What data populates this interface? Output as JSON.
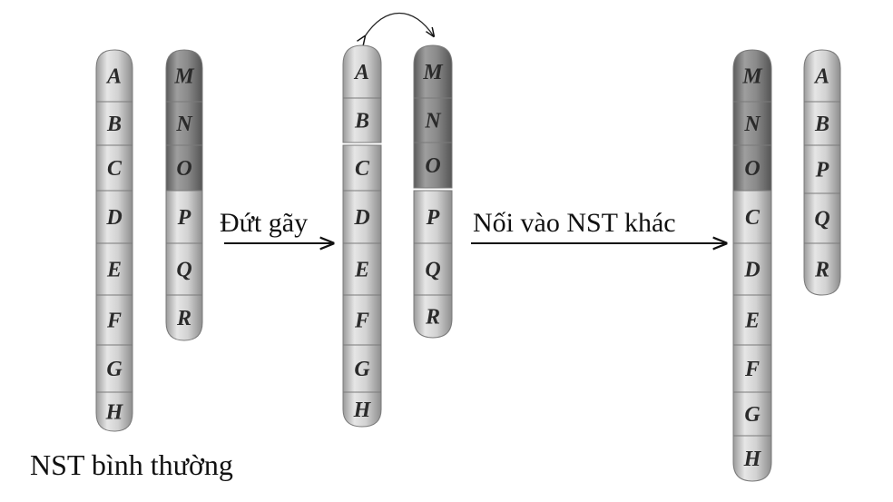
{
  "labels": {
    "normal": "NST bình thường",
    "step1": "Đứt gãy",
    "step2": "Nối vào NST khác"
  },
  "colors": {
    "light": "#c9c9c9",
    "dark": "#8c8c8c",
    "arrow": "#111111"
  },
  "chromosomes": [
    {
      "id": "c1-normal",
      "segments": [
        {
          "letter": "A",
          "shade": "light"
        },
        {
          "letter": "B",
          "shade": "light"
        },
        {
          "letter": "C",
          "shade": "light"
        },
        {
          "letter": "D",
          "shade": "light"
        },
        {
          "letter": "E",
          "shade": "light"
        },
        {
          "letter": "F",
          "shade": "light"
        },
        {
          "letter": "G",
          "shade": "light"
        },
        {
          "letter": "H",
          "shade": "light"
        }
      ]
    },
    {
      "id": "c2-normal",
      "segments": [
        {
          "letter": "M",
          "shade": "dark"
        },
        {
          "letter": "N",
          "shade": "dark"
        },
        {
          "letter": "O",
          "shade": "dark"
        },
        {
          "letter": "P",
          "shade": "light"
        },
        {
          "letter": "Q",
          "shade": "light"
        },
        {
          "letter": "R",
          "shade": "light"
        }
      ]
    },
    {
      "id": "c1-broken",
      "segments": [
        {
          "letter": "A",
          "shade": "light"
        },
        {
          "letter": "B",
          "shade": "light"
        },
        {
          "letter": "C",
          "shade": "light"
        },
        {
          "letter": "D",
          "shade": "light"
        },
        {
          "letter": "E",
          "shade": "light"
        },
        {
          "letter": "F",
          "shade": "light"
        },
        {
          "letter": "G",
          "shade": "light"
        },
        {
          "letter": "H",
          "shade": "light"
        }
      ]
    },
    {
      "id": "c2-broken",
      "segments": [
        {
          "letter": "M",
          "shade": "dark"
        },
        {
          "letter": "N",
          "shade": "dark"
        },
        {
          "letter": "O",
          "shade": "dark"
        },
        {
          "letter": "P",
          "shade": "light"
        },
        {
          "letter": "Q",
          "shade": "light"
        },
        {
          "letter": "R",
          "shade": "light"
        }
      ]
    },
    {
      "id": "c1-result",
      "segments": [
        {
          "letter": "M",
          "shade": "dark"
        },
        {
          "letter": "N",
          "shade": "dark"
        },
        {
          "letter": "O",
          "shade": "dark"
        },
        {
          "letter": "C",
          "shade": "light"
        },
        {
          "letter": "D",
          "shade": "light"
        },
        {
          "letter": "E",
          "shade": "light"
        },
        {
          "letter": "F",
          "shade": "light"
        },
        {
          "letter": "G",
          "shade": "light"
        },
        {
          "letter": "H",
          "shade": "light"
        }
      ]
    },
    {
      "id": "c2-result",
      "segments": [
        {
          "letter": "A",
          "shade": "light"
        },
        {
          "letter": "B",
          "shade": "light"
        },
        {
          "letter": "P",
          "shade": "light"
        },
        {
          "letter": "Q",
          "shade": "light"
        },
        {
          "letter": "R",
          "shade": "light"
        }
      ]
    }
  ]
}
